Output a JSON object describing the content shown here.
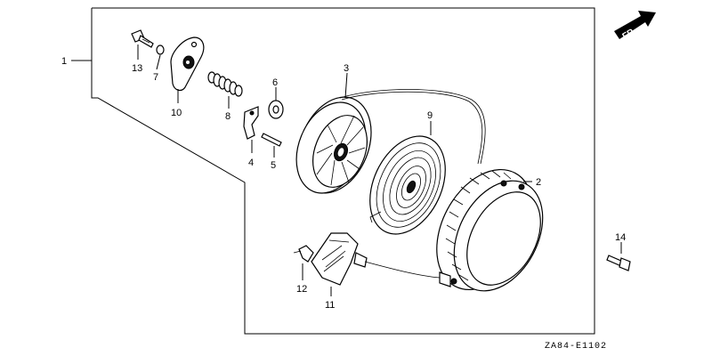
{
  "direction_marker": {
    "label": "FR.",
    "icon": "front-direction-arrow-icon"
  },
  "callouts": {
    "c1": "1",
    "c2": "2",
    "c3": "3",
    "c4": "4",
    "c5": "5",
    "c6": "6",
    "c7": "7",
    "c8": "8",
    "c9": "9",
    "c10": "10",
    "c11": "11",
    "c12": "12",
    "c13": "13",
    "c14": "14"
  },
  "diagram_code": "ZA84-E1102",
  "colors": {
    "line": "#000000",
    "background": "#ffffff"
  }
}
